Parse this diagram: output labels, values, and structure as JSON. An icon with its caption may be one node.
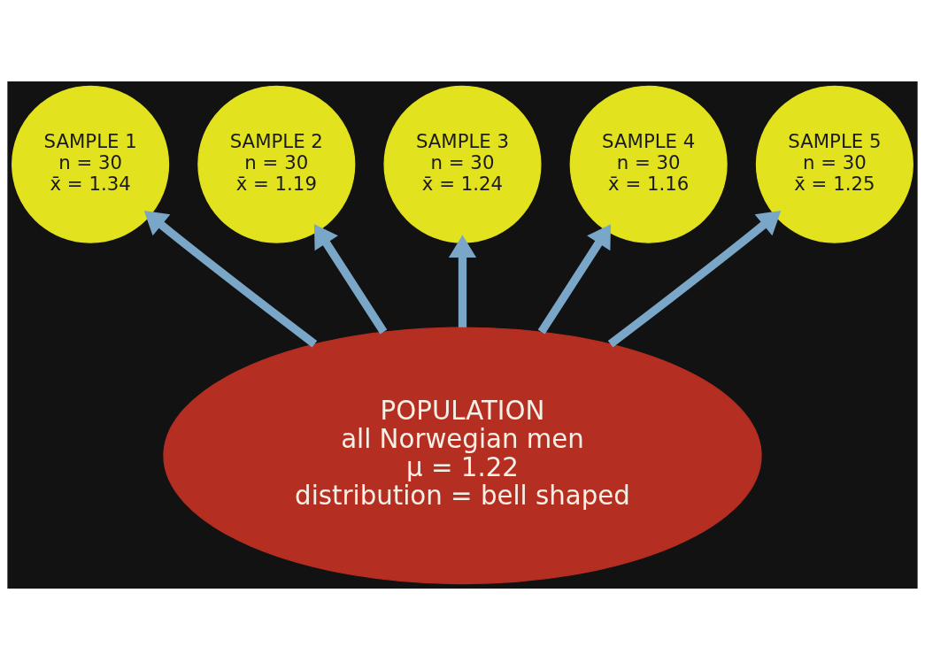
{
  "diagram": {
    "nodes": [
      {
        "text": [
          "POPULATION",
          "all Norwegian men",
          "μ = 1.22",
          "distribution = bell shaped"
        ]
      },
      {
        "text": [
          "SAMPLE 1",
          "n = 30",
          "x̄ = 1.34"
        ]
      },
      {
        "text": [
          "SAMPLE 2",
          "n = 30",
          "x̄ = 1.19"
        ]
      },
      {
        "text": [
          "SAMPLE 3",
          "n = 30",
          "x̄ = 1.24"
        ]
      },
      {
        "text": [
          "SAMPLE 4",
          "n = 30",
          "x̄ = 1.16"
        ]
      },
      {
        "text": [
          "SAMPLE 5",
          "n = 30",
          "x̄ = 1.25"
        ]
      }
    ],
    "edges": [
      {
        "from": 0,
        "to": 1,
        "arrow": "to"
      },
      {
        "from": 0,
        "to": 2,
        "arrow": "to"
      },
      {
        "from": 0,
        "to": 3,
        "arrow": "to"
      },
      {
        "from": 0,
        "to": 4,
        "arrow": "to"
      },
      {
        "from": 0,
        "to": 5,
        "arrow": "to"
      }
    ]
  }
}
